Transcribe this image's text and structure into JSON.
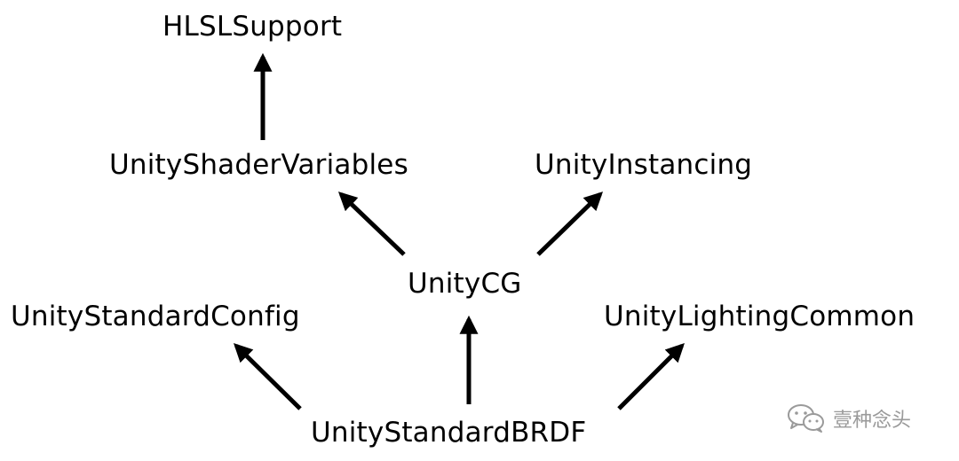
{
  "nodes": {
    "hlsl_support": "HLSLSupport",
    "shader_variables": "UnityShaderVariables",
    "instancing": "UnityInstancing",
    "unity_cg": "UnityCG",
    "standard_config": "UnityStandardConfig",
    "lighting_common": "UnityLightingCommon",
    "standard_brdf": "UnityStandardBRDF"
  },
  "edges": [
    {
      "from": "UnityShaderVariables",
      "to": "HLSLSupport"
    },
    {
      "from": "UnityCG",
      "to": "UnityShaderVariables"
    },
    {
      "from": "UnityCG",
      "to": "UnityInstancing"
    },
    {
      "from": "UnityStandardBRDF",
      "to": "UnityStandardConfig"
    },
    {
      "from": "UnityStandardBRDF",
      "to": "UnityCG"
    },
    {
      "from": "UnityStandardBRDF",
      "to": "UnityLightingCommon"
    }
  ],
  "watermark": {
    "text": "壹种念头",
    "icon": "wechat-icon",
    "color": "#9a9a9a"
  }
}
